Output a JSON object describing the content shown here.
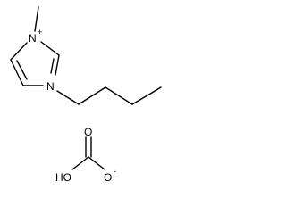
{
  "cation": {
    "labels": {
      "n_plus": "N",
      "n_plus_charge": "+",
      "n_butyl": "N"
    }
  },
  "anion": {
    "labels": {
      "carbonyl_o": "O",
      "hydroxyl": "HO",
      "oxide_o": "O",
      "oxide_charge": "-"
    }
  },
  "colors": {
    "ink": "#000000",
    "background": "#ffffff"
  }
}
